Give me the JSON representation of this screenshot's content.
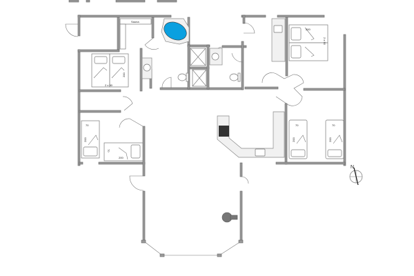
{
  "plan": {
    "sauna_label": "Sauna",
    "bedroom_1": {
      "bed_length": "200",
      "bed_width": "2 x 90"
    },
    "bedroom_2": {
      "bed_length": "200",
      "bed_width": "2 x 90"
    },
    "bedroom_3": {
      "bed1_width": "70",
      "bed1_length": "200",
      "bed2_width": "70",
      "bed2_length": "200"
    },
    "bedroom_4": {
      "bed_width": "70",
      "bed_length": "200"
    },
    "bedroom_5": {
      "bed_width": "70",
      "bed_length": "200"
    },
    "compass_label": "N"
  },
  "colors": {
    "wall": "#9a9a9a",
    "hot_tub": "#0aa0e0",
    "stove": "#333333",
    "wood_stove": "#777777"
  }
}
